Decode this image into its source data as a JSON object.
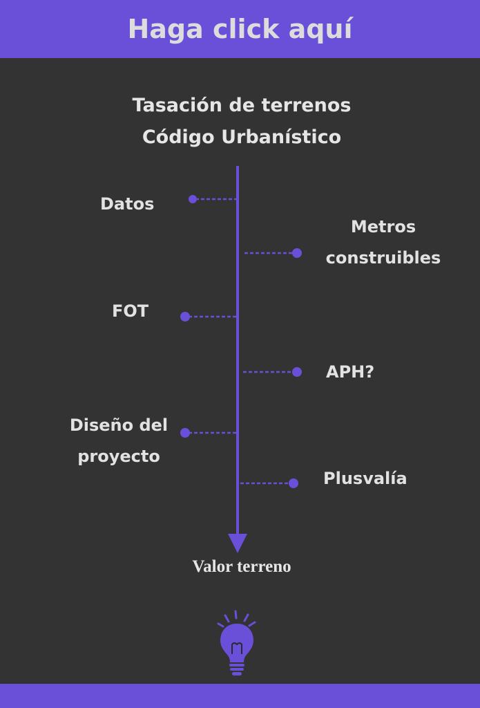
{
  "banner": {
    "text": "Haga click aquí"
  },
  "diagram": {
    "title_line1": "Tasación de terrenos",
    "title_line2": "Código Urbanístico",
    "steps": [
      {
        "label": "Datos",
        "side": "left"
      },
      {
        "label": "Metros construibles",
        "side": "right"
      },
      {
        "label": "FOT",
        "side": "left"
      },
      {
        "label": "APH?",
        "side": "right"
      },
      {
        "label": "Diseño del proyecto",
        "side": "left"
      },
      {
        "label": "Plusvalía",
        "side": "right"
      }
    ],
    "end_label": "Valor terreno"
  },
  "icons": {
    "bulb": "lightbulb-icon"
  },
  "colors": {
    "accent": "#6a4fd8",
    "background": "#333333",
    "text": "#e2e2e2"
  }
}
